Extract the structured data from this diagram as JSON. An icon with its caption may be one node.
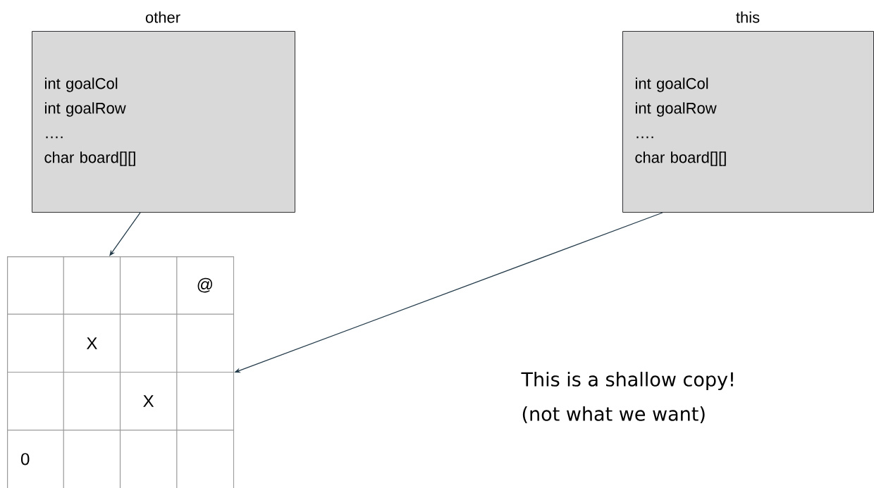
{
  "diagram": {
    "nodes": [
      {
        "text": [
          "other",
          "int goalCol",
          "int goalRow",
          "….",
          "char board[][]"
        ]
      },
      {
        "text": [
          "this",
          "int goalCol",
          "int goalRow",
          "….",
          "char board[][]"
        ]
      },
      {
        "text": [
          "@",
          "X",
          "X",
          "0"
        ]
      }
    ],
    "edges": [
      {
        "from": 0,
        "to": 2,
        "arrow": "to"
      },
      {
        "from": 1,
        "to": 2,
        "arrow": "to"
      }
    ],
    "labels": [
      "This is a shallow copy!",
      "(not what we want)"
    ]
  }
}
